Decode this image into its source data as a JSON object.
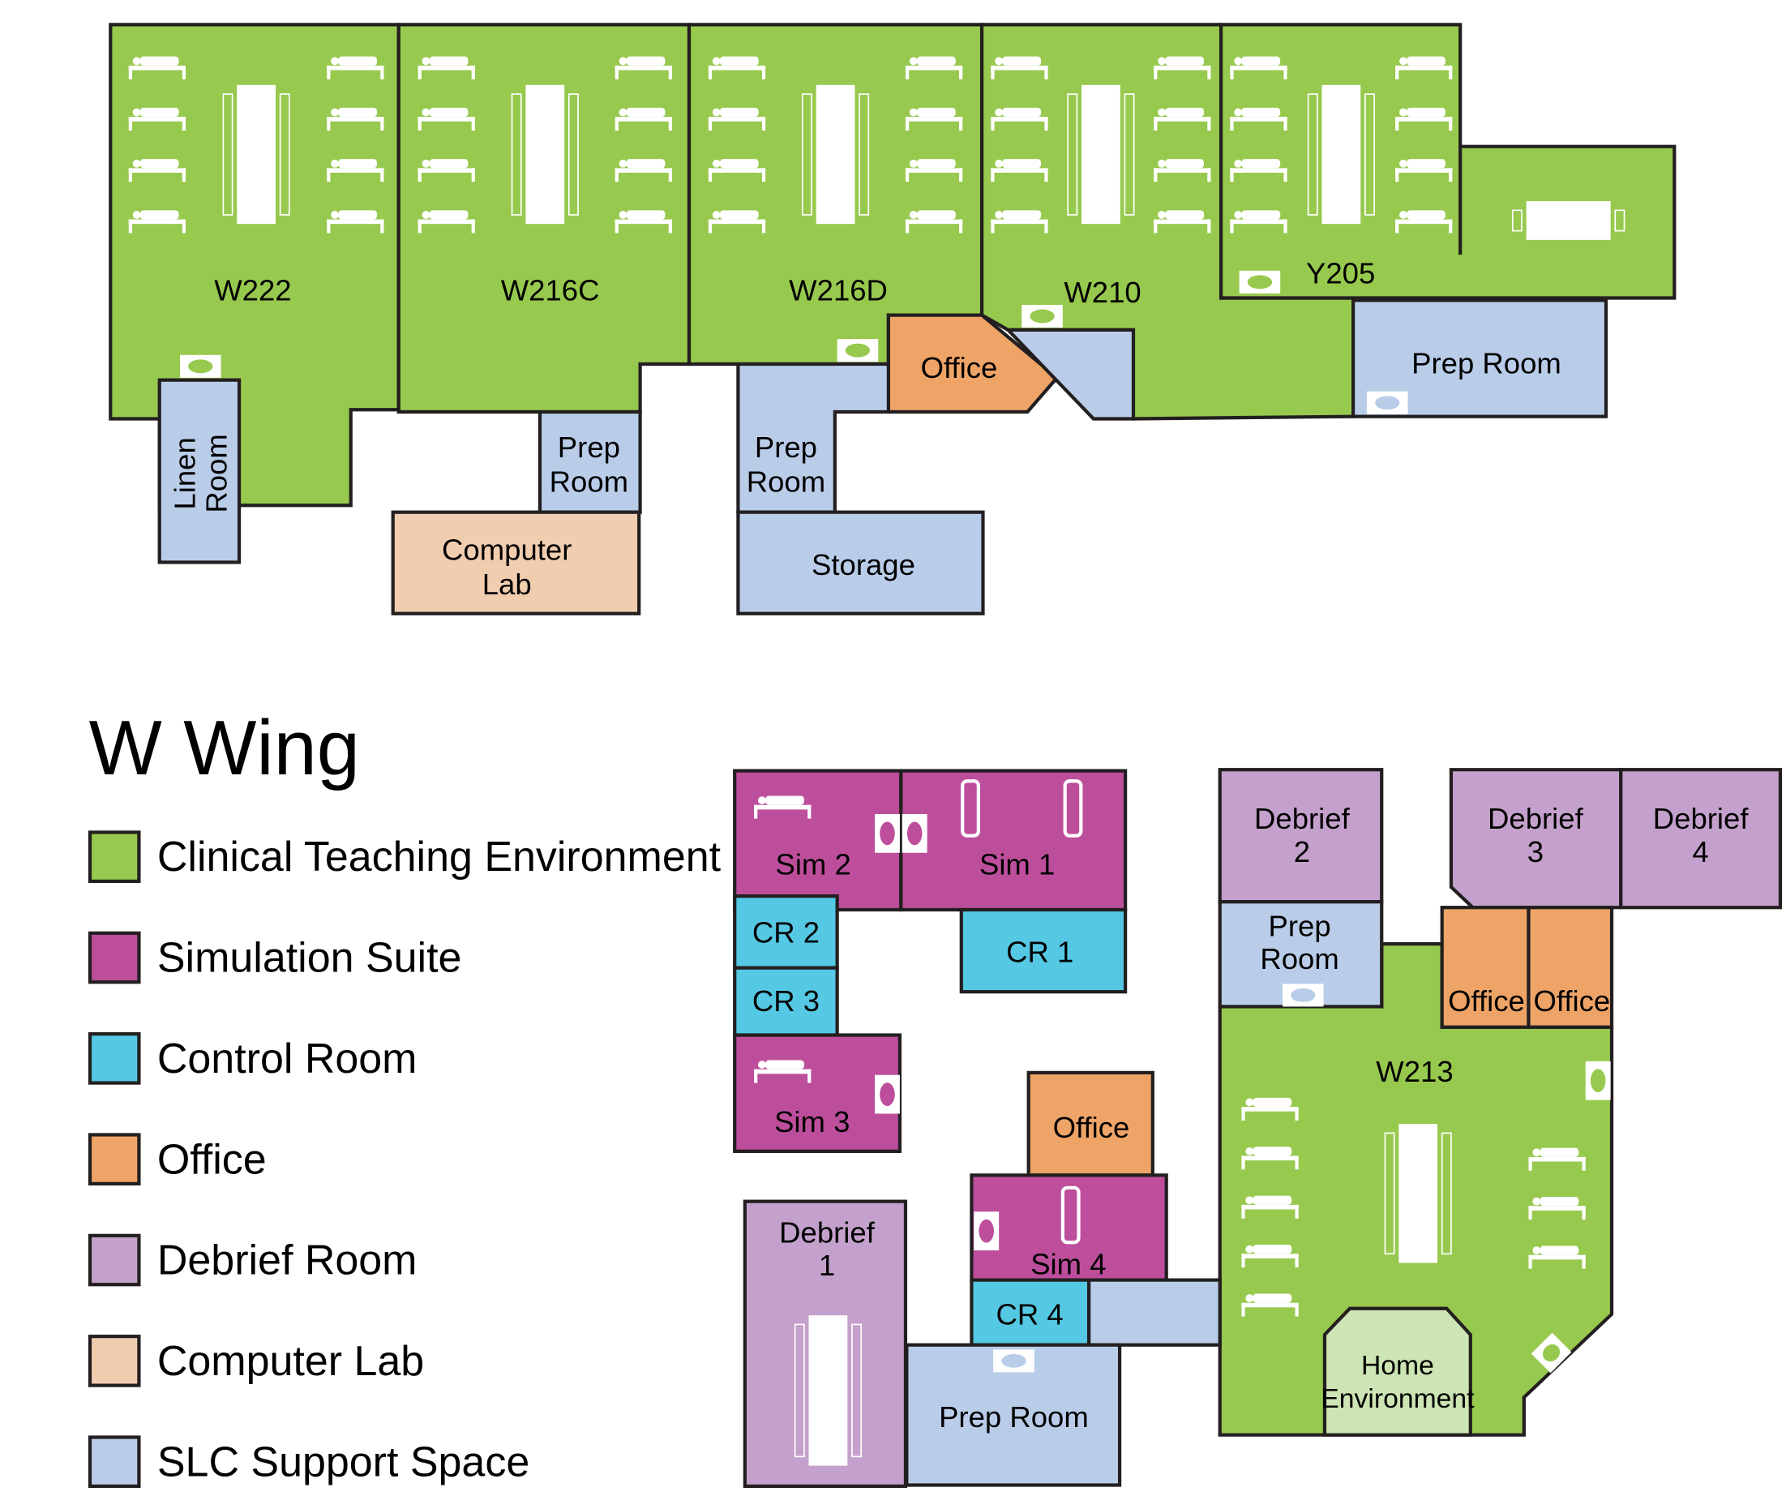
{
  "title": "W Wing",
  "colors": {
    "clinical": "#97c94e",
    "simulation": "#bd4e9c",
    "control": "#55c8e3",
    "office": "#eea467",
    "debrief": "#c4a1cc",
    "computer": "#f1cdb0",
    "support": "#b9cde9",
    "home": "#cde4b4"
  },
  "legend": [
    {
      "label": "Clinical Teaching Environment",
      "color": "#97c94e"
    },
    {
      "label": "Simulation Suite",
      "color": "#bd4e9c"
    },
    {
      "label": "Control Room",
      "color": "#55c8e3"
    },
    {
      "label": "Office",
      "color": "#eea467"
    },
    {
      "label": "Debrief Room",
      "color": "#c4a1cc"
    },
    {
      "label": "Computer Lab",
      "color": "#f1cdb0"
    },
    {
      "label": "SLC Support Space",
      "color": "#b9cde9"
    }
  ],
  "rooms": {
    "w222": "W222",
    "w216c": "W216C",
    "w216d": "W216D",
    "w210": "W210",
    "y205": "Y205",
    "office_top": "Office",
    "prep_y205": "Prep Room",
    "linen": [
      "Linen",
      "Room"
    ],
    "prep_216c": [
      "Prep",
      "Room"
    ],
    "computer_lab": [
      "Computer",
      "Lab"
    ],
    "prep_216d": [
      "Prep",
      "Room"
    ],
    "storage": "Storage",
    "sim2": "Sim 2",
    "sim1": "Sim 1",
    "cr2": "CR 2",
    "cr3": "CR 3",
    "cr1": "CR 1",
    "sim3": "Sim 3",
    "debrief2": [
      "Debrief",
      "2"
    ],
    "debrief3": [
      "Debrief",
      "3"
    ],
    "debrief4": [
      "Debrief",
      "4"
    ],
    "prep_w213": [
      "Prep",
      "Room"
    ],
    "office_a": "Office",
    "office_b": "Office",
    "w213": "W213",
    "home": [
      "Home",
      "Environment"
    ],
    "office_low": "Office",
    "sim4": "Sim 4",
    "cr4": "CR 4",
    "prep_low": "Prep Room",
    "debrief1": [
      "Debrief",
      "1"
    ]
  }
}
